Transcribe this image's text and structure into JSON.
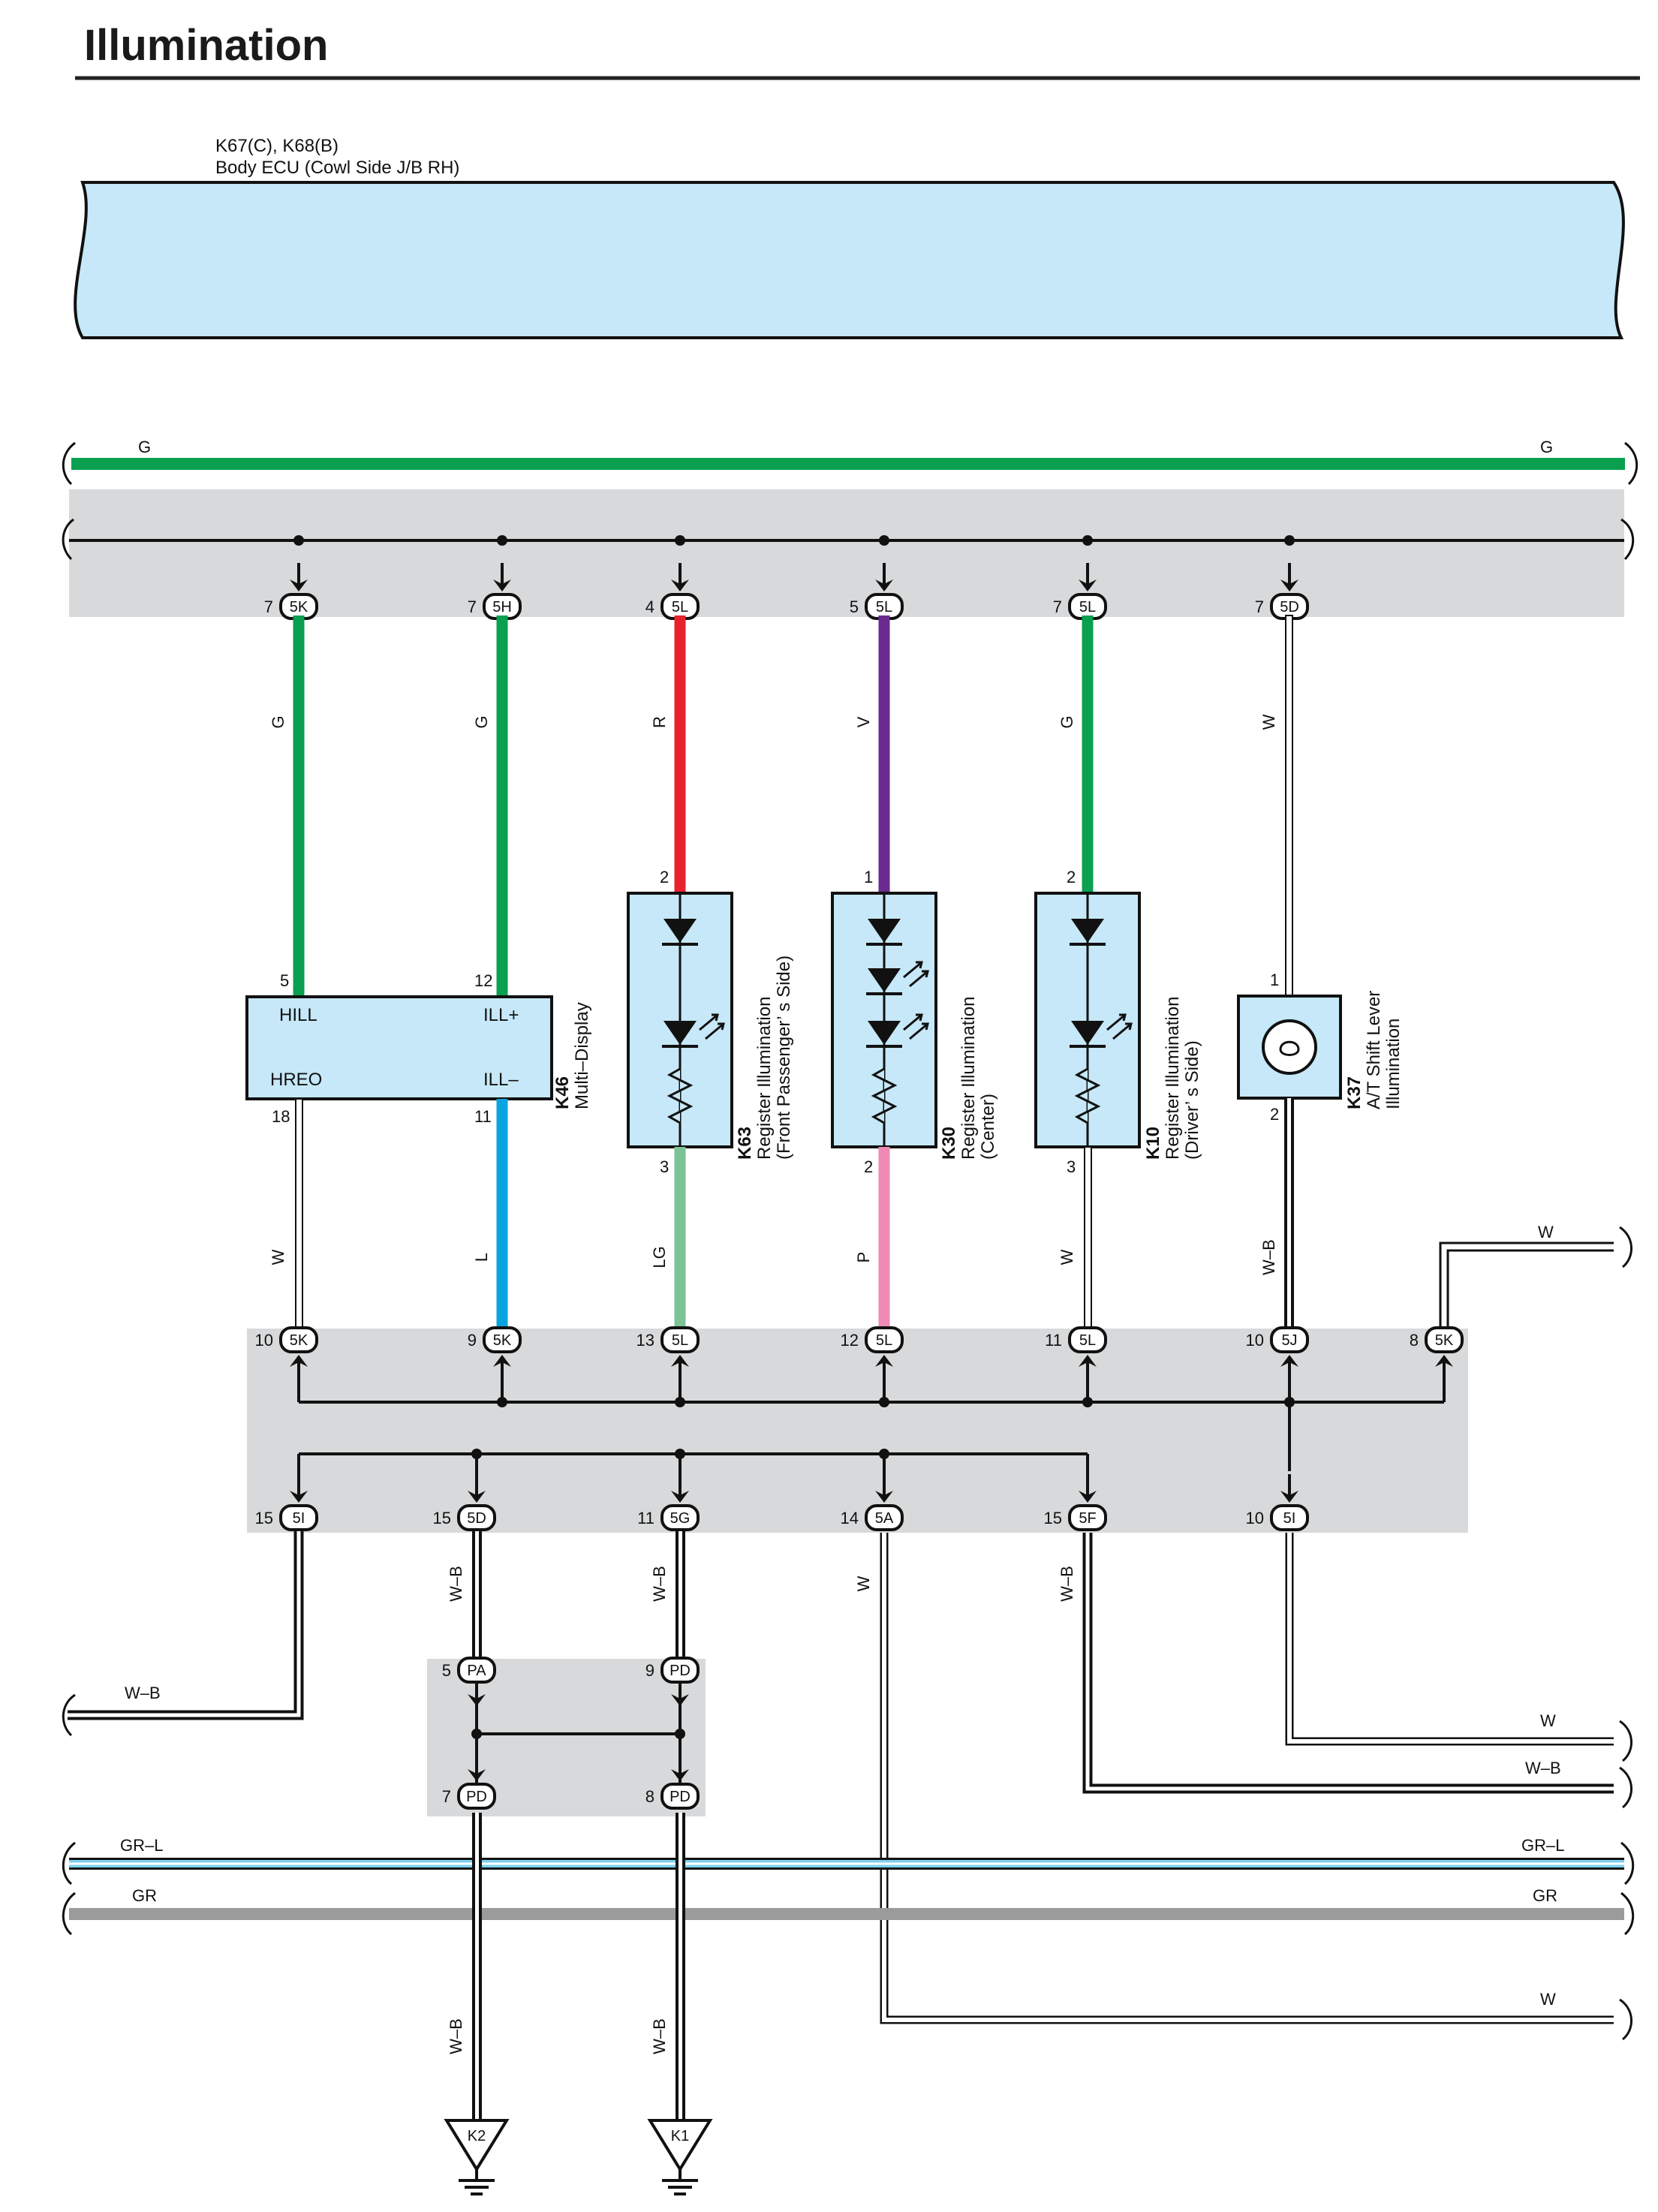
{
  "title": "Illumination",
  "colors": {
    "G": "#0aa050",
    "R": "#e8212e",
    "V": "#6a2a90",
    "L": "#0aa3e0",
    "LG": "#7cc396",
    "P": "#ee8ab5",
    "GR": "#9b9b9b",
    "GRL": "#7fd1ee",
    "panel": "#d8d9da",
    "component_fill": "#c6e8f8"
  },
  "ecu": {
    "id": "K67(C), K68(B)",
    "name": "Body ECU (Cowl Side J/B RH)"
  },
  "buses": {
    "top": {
      "left_label": "G",
      "right_label": "G"
    },
    "grl": {
      "left_label": "GR–L",
      "right_label": "GR–L"
    },
    "gr": {
      "left_label": "GR",
      "right_label": "GR"
    }
  },
  "top_connectors": [
    {
      "pin": "7",
      "name": "5K"
    },
    {
      "pin": "7",
      "name": "5H"
    },
    {
      "pin": "4",
      "name": "5L"
    },
    {
      "pin": "5",
      "name": "5L"
    },
    {
      "pin": "7",
      "name": "5L"
    },
    {
      "pin": "7",
      "name": "5D"
    }
  ],
  "upper_wires": [
    "G",
    "G",
    "R",
    "V",
    "G",
    "W"
  ],
  "components": {
    "k46": {
      "id": "K46",
      "name": "Multi–Display",
      "pins": [
        "5",
        "12",
        "18",
        "11"
      ],
      "terminals": [
        "HILL",
        "ILL+",
        "HREO",
        "ILL–"
      ]
    },
    "k63": {
      "id": "K63",
      "name_1": "Register Illumination",
      "name_2": "(Front Passenger’ s Side)",
      "pin_in": "2",
      "pin_out": "3"
    },
    "k30": {
      "id": "K30",
      "name_1": "Register Illumination",
      "name_2": "(Center)",
      "pin_in": "1",
      "pin_out": "2"
    },
    "k10": {
      "id": "K10",
      "name_1": "Register Illumination",
      "name_2": "(Driver’ s Side)",
      "pin_in": "2",
      "pin_out": "3"
    },
    "k37": {
      "id": "K37",
      "name_1": "A/T Shift Lever",
      "name_2": "Illumination",
      "pin_in": "1",
      "pin_out": "2"
    }
  },
  "lower_wires": [
    "W",
    "L",
    "LG",
    "P",
    "W",
    "W–B"
  ],
  "right_w_label": "W",
  "mid_connectors": [
    {
      "pin": "10",
      "name": "5K"
    },
    {
      "pin": "9",
      "name": "5K"
    },
    {
      "pin": "13",
      "name": "5L"
    },
    {
      "pin": "12",
      "name": "5L"
    },
    {
      "pin": "11",
      "name": "5L"
    },
    {
      "pin": "10",
      "name": "5J"
    },
    {
      "pin": "8",
      "name": "5K"
    }
  ],
  "low_connectors": [
    {
      "pin": "15",
      "name": "5I"
    },
    {
      "pin": "15",
      "name": "5D"
    },
    {
      "pin": "11",
      "name": "5G"
    },
    {
      "pin": "14",
      "name": "5A"
    },
    {
      "pin": "15",
      "name": "5F"
    },
    {
      "pin": "10",
      "name": "5I"
    }
  ],
  "low_wires": [
    "W–B",
    "W–B",
    "W",
    "W–B"
  ],
  "left_wb_label": "W–B",
  "junction": [
    {
      "pin": "5",
      "name": "PA"
    },
    {
      "pin": "9",
      "name": "PD"
    },
    {
      "pin": "7",
      "name": "PD"
    },
    {
      "pin": "8",
      "name": "PD"
    }
  ],
  "right_exits": [
    "W",
    "W–B",
    "W"
  ],
  "grounds": [
    {
      "wire": "W–B",
      "name": "K2"
    },
    {
      "wire": "W–B",
      "name": "K1"
    }
  ]
}
